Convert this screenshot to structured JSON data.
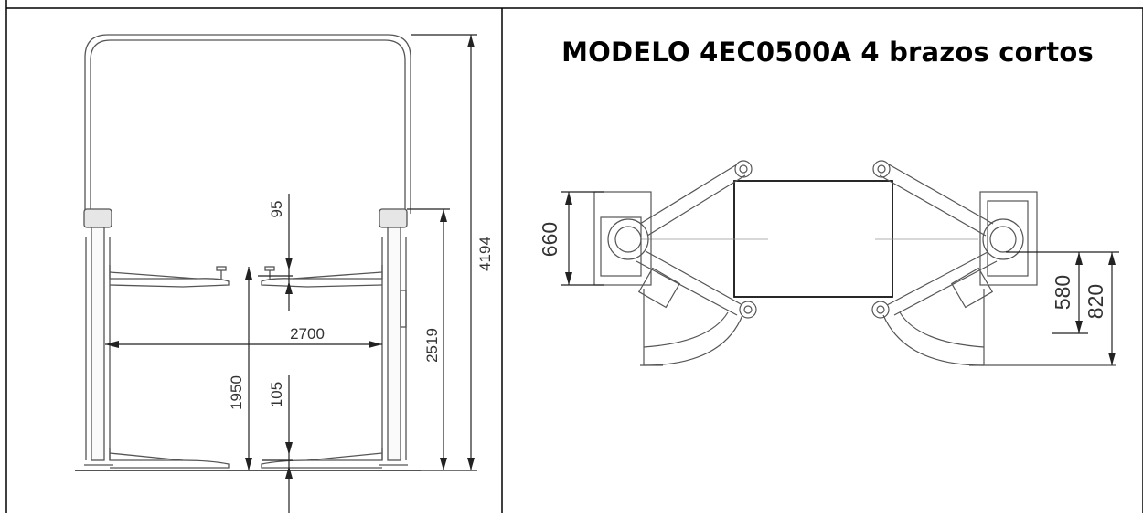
{
  "page": {
    "title": "MODELO 4EC0500A 4 brazos cortos"
  },
  "front_view": {
    "dimensions": {
      "total_height": "4194",
      "column_height": "2519",
      "width_between_columns": "2700",
      "lift_height": "1950",
      "pad_top": "95",
      "pad_bottom": "105"
    }
  },
  "top_view": {
    "dimensions": {
      "left_depth": "660",
      "right_inner": "580",
      "right_outer": "820"
    }
  }
}
